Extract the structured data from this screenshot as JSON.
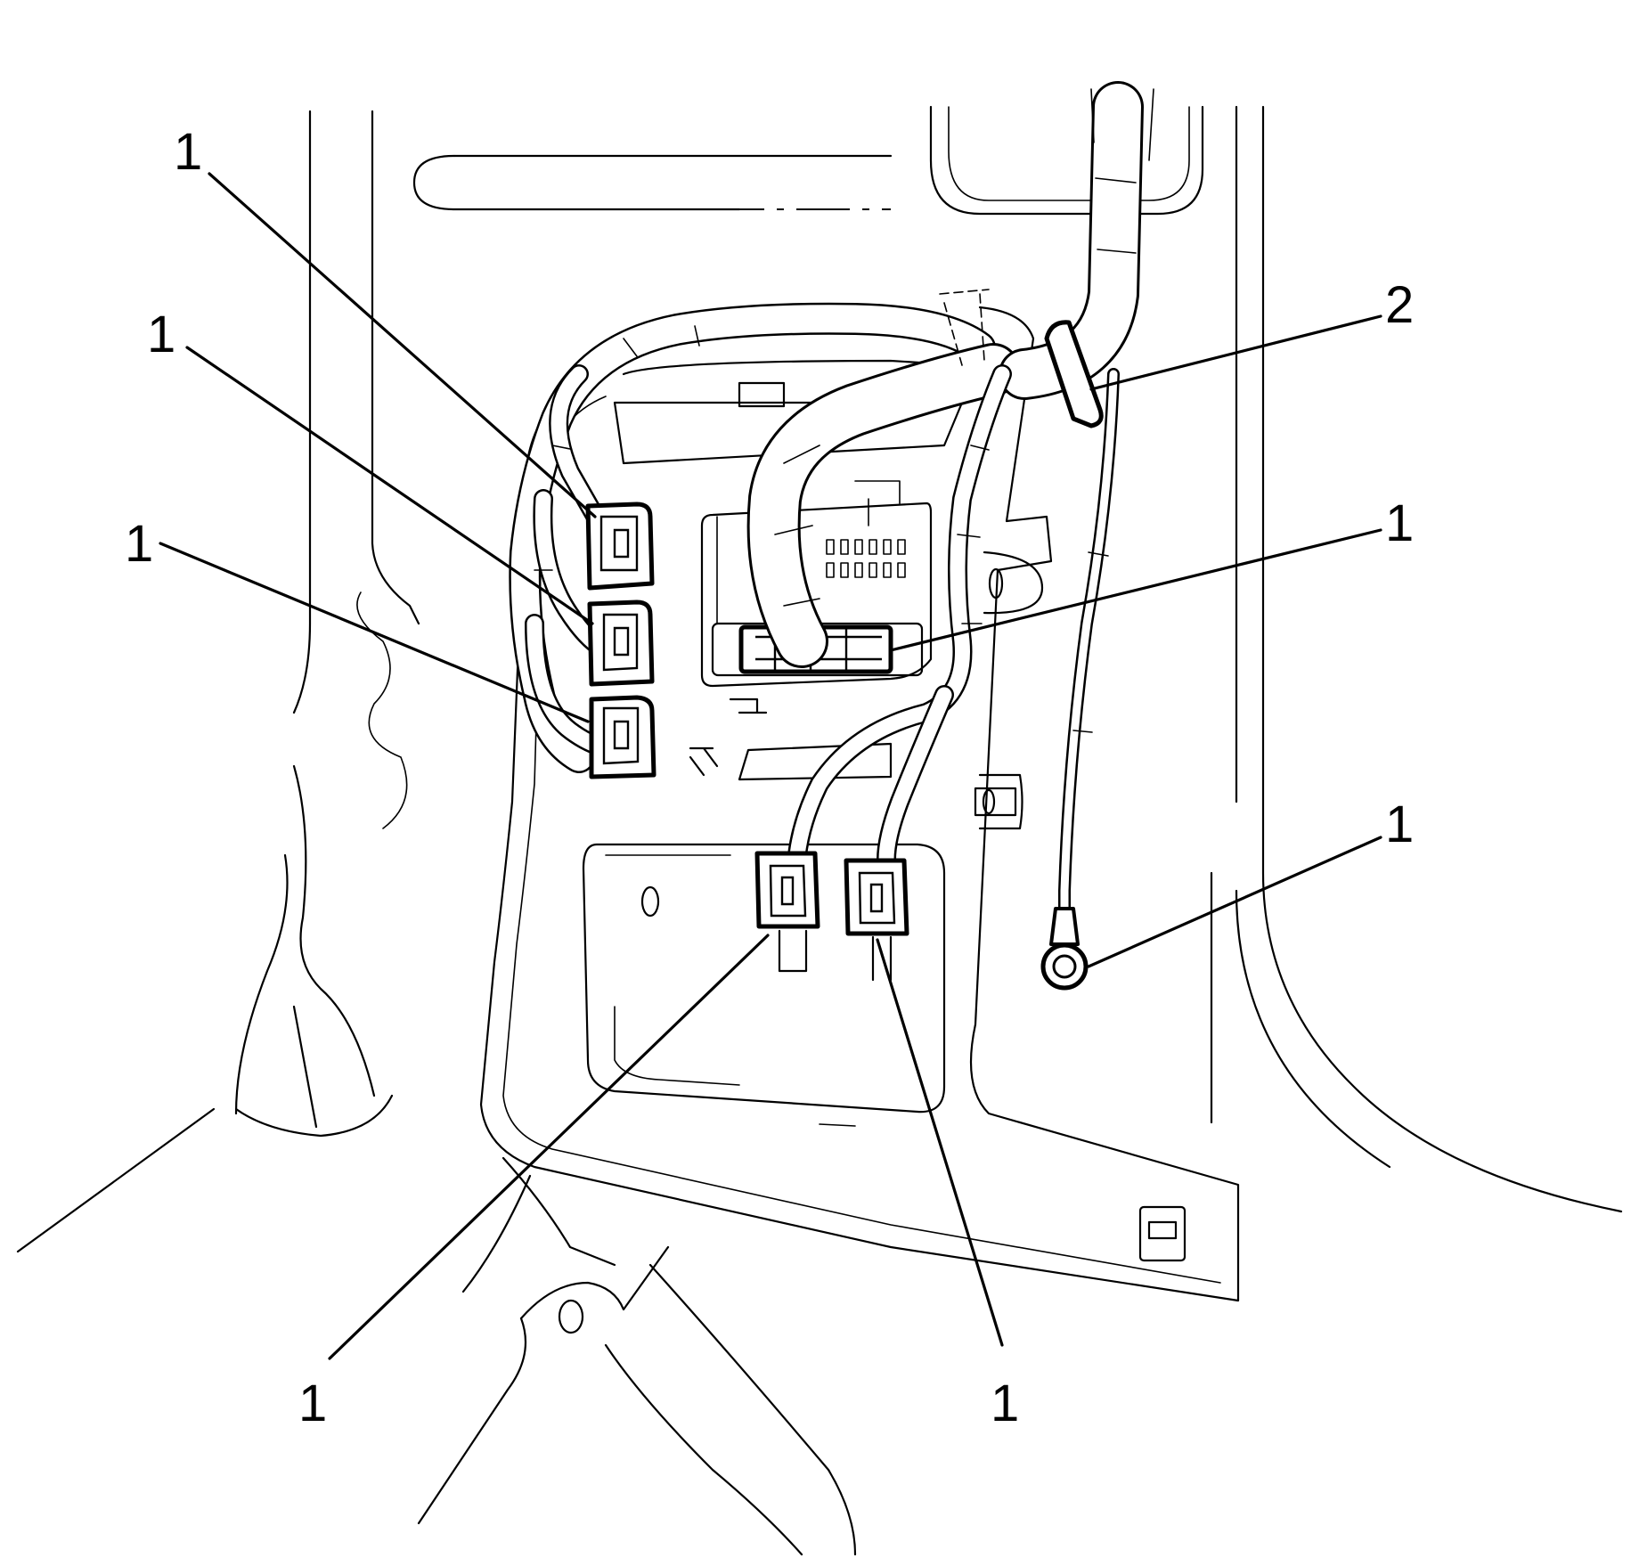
{
  "callouts": [
    {
      "id": "c1",
      "label": "1"
    },
    {
      "id": "c2",
      "label": "1"
    },
    {
      "id": "c3",
      "label": "1"
    },
    {
      "id": "c4",
      "label": "2"
    },
    {
      "id": "c5",
      "label": "1"
    },
    {
      "id": "c6",
      "label": "1"
    },
    {
      "id": "c7",
      "label": "1"
    },
    {
      "id": "c8",
      "label": "1"
    }
  ]
}
